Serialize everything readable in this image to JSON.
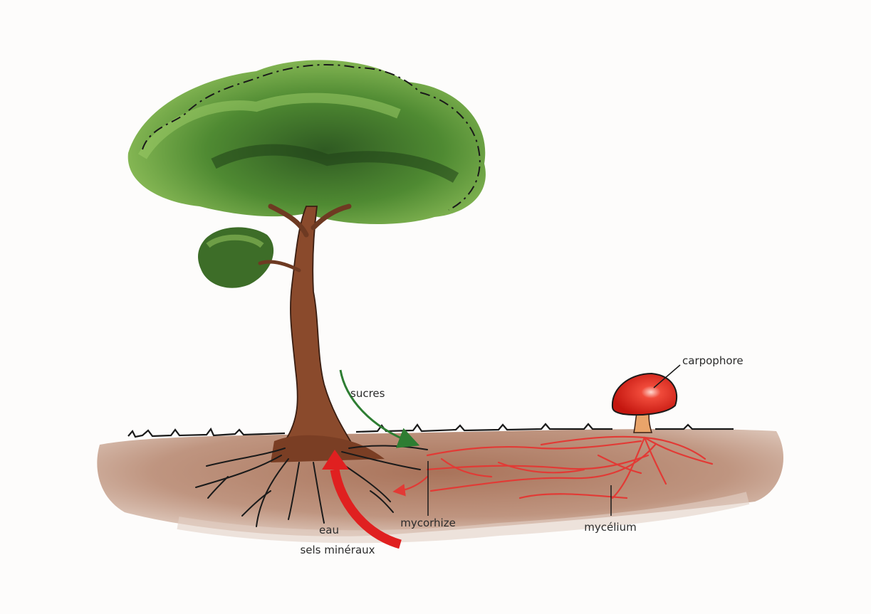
{
  "labels": {
    "sugars": "sucres",
    "water": "eau",
    "minerals": "sels minéraux",
    "mycorrhiza": "mycorhize",
    "mycelium": "mycélium",
    "fruiting_body": "carpophore"
  },
  "colors": {
    "background": "#fdfcfb",
    "soil": "#b98a72",
    "trunk": "#8a4a2c",
    "foliage_dark": "#2f5a22",
    "foliage_mid": "#4f8a32",
    "foliage_light": "#8fbf5a",
    "sugar_arrow": "#2e7d32",
    "water_arrow": "#e02020",
    "mycelium": "#e23a35",
    "mushroom_cap": "#e0241c",
    "mushroom_stem": "#e9a46a",
    "ink": "#1a1a1a"
  }
}
